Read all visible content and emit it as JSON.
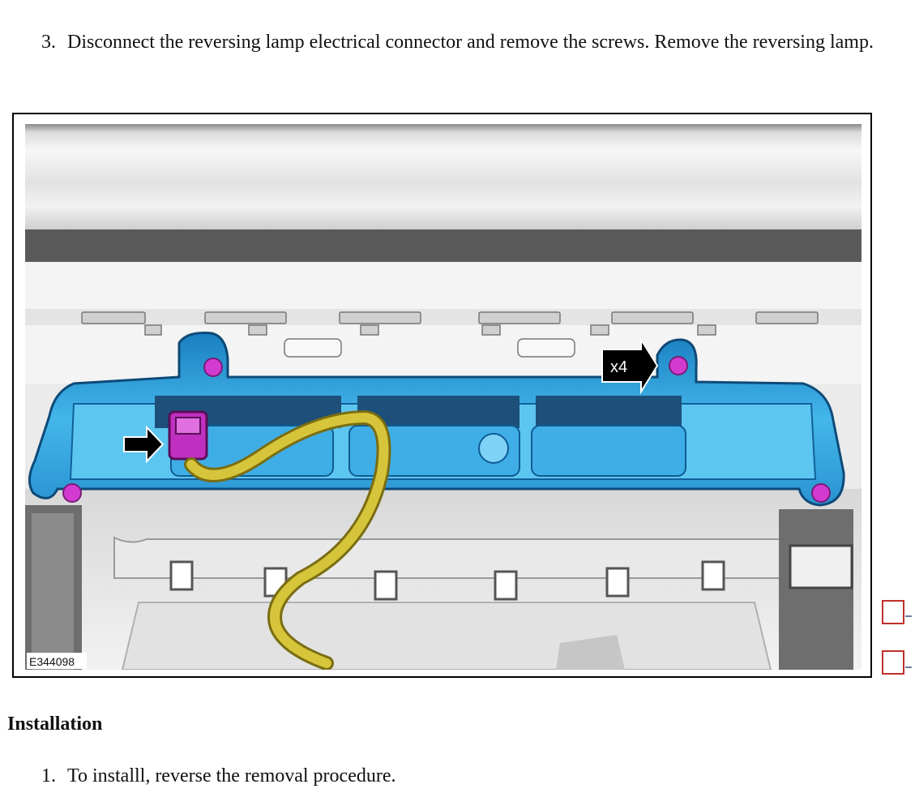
{
  "steps_removal": [
    {
      "number": "3.",
      "text": "Disconnect the reversing lamp electrical connector and remove the screws. Remove the reversing lamp."
    }
  ],
  "figure": {
    "image_id": "E344098",
    "callout": "x4",
    "colors": {
      "lamp_housing": "#4fc3ea",
      "screws": "#d33bd0",
      "connector": "#c030c0",
      "wire": "#d6c53a",
      "arrow": "#000000"
    }
  },
  "installation": {
    "heading": "Installation",
    "steps": [
      {
        "number": "1.",
        "text": "To installl, reverse the removal procedure."
      }
    ]
  }
}
